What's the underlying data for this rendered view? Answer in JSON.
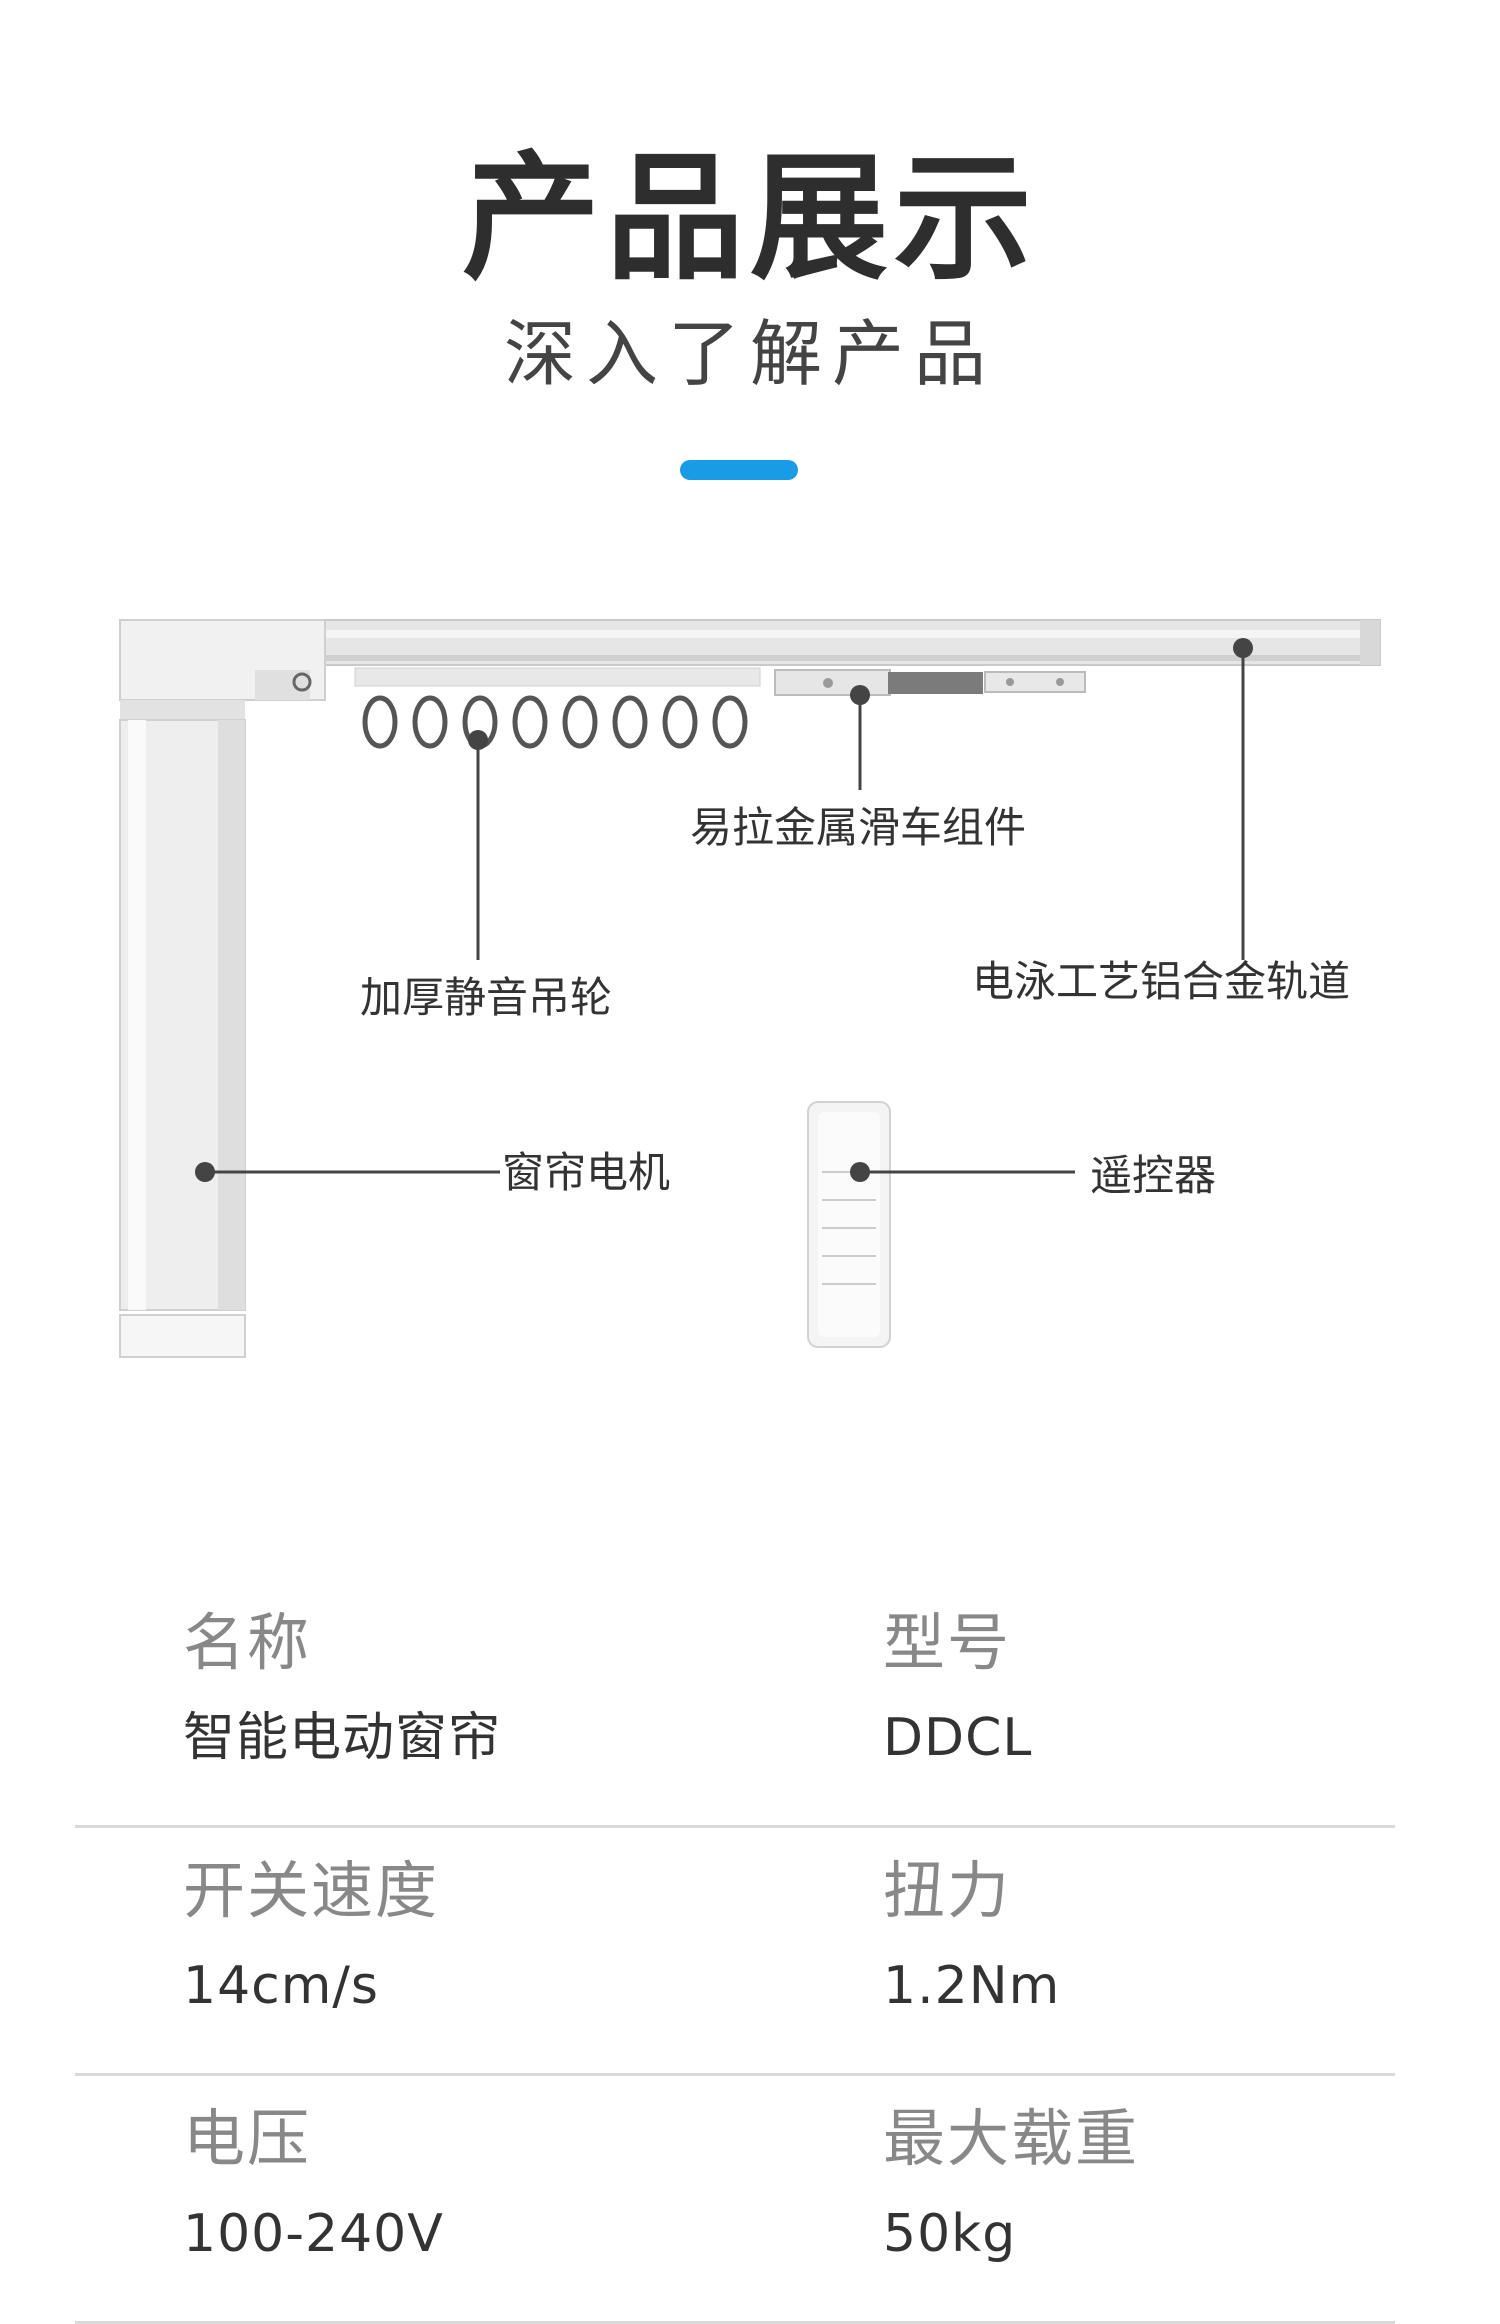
{
  "header": {
    "title": "产品展示",
    "subtitle": "深入了解产品",
    "accent_color": "#1a9be6"
  },
  "diagram": {
    "labels": {
      "pulley": "易拉金属滑车组件",
      "hooks": "加厚静音吊轮",
      "track": "电泳工艺铝合金轨道",
      "motor": "窗帘电机",
      "remote": "遥控器"
    }
  },
  "specs": [
    {
      "left_key": "名称",
      "left_value": "智能电动窗帘",
      "right_key": "型号",
      "right_value": "DDCL"
    },
    {
      "left_key": "开关速度",
      "left_value": "14cm/s",
      "right_key": "扭力",
      "right_value": "1.2Nm"
    },
    {
      "left_key": "电压",
      "left_value": "100-240V",
      "right_key": "最大载重",
      "right_value": "50kg"
    }
  ]
}
